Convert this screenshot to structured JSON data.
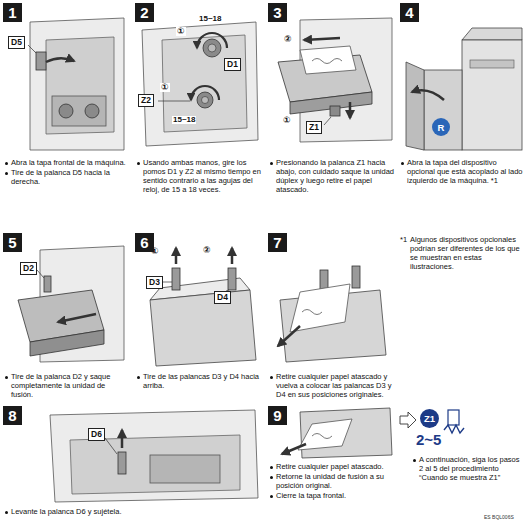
{
  "diagram": {
    "nodes": [
      {
        "text": [
          "1"
        ]
      },
      {
        "text": [
          "D5"
        ]
      },
      {
        "text": [
          "2"
        ]
      },
      {
        "text": [
          "Z2"
        ]
      },
      {
        "text": [
          "D1"
        ]
      },
      {
        "text": [
          "3"
        ]
      },
      {
        "text": [
          "Z1"
        ]
      },
      {
        "text": [
          "4"
        ]
      },
      {
        "text": [
          "R"
        ]
      },
      {
        "text": [
          "5"
        ]
      },
      {
        "text": [
          "D2"
        ]
      },
      {
        "text": [
          "6"
        ]
      },
      {
        "text": [
          "D3"
        ]
      },
      {
        "text": [
          "D4"
        ]
      },
      {
        "text": [
          "7"
        ]
      },
      {
        "text": [
          "8"
        ]
      },
      {
        "text": [
          "D6"
        ]
      },
      {
        "text": [
          "9"
        ]
      },
      {
        "text": [
          "Z1"
        ]
      }
    ],
    "labels": [
      "Abra la tapa frontal de la máquina.",
      "Tire de la palanca D5 hacia la derecha.",
      "15~18",
      "①",
      "①",
      "15~18",
      "Usando ambas manos, gire los pomos D1 y Z2 al mismo tiempo en sentido contrario a las agujas del reloj, de 15 a 18 veces.",
      "②",
      "①",
      "Presionando la palanca Z1 hacia abajo, con cuidado saque la unidad dúplex y luego retire el papel atascado.",
      "Abra la tapa del dispositivo opcional que está acoplado al lado izquierdo de la máquina. *1",
      "*1",
      "Algunos dispositivos opcionales podrían ser diferentes de los que se muestran en estas ilustraciones.",
      "Tire de la palanca D2 y saque completamente la unidad de fusión.",
      "①",
      "②",
      "Tire de las palancas D3 y D4 hacia arriba.",
      "Retire cualquier papel atascado y vuelva a colocar las palancas D3 y D4 en sus posiciones originales.",
      "Levante la palanca D6 y sujétela.",
      "Retire cualquier papel atascado.",
      "Retorne la unidad de fusión a su posición original.",
      "Cierre la tapa frontal.",
      "2~5",
      "A continuación, siga los pasos 2 al 5 del procedimiento “Cuando se muestra Z1”",
      "ES BQL006S"
    ]
  }
}
